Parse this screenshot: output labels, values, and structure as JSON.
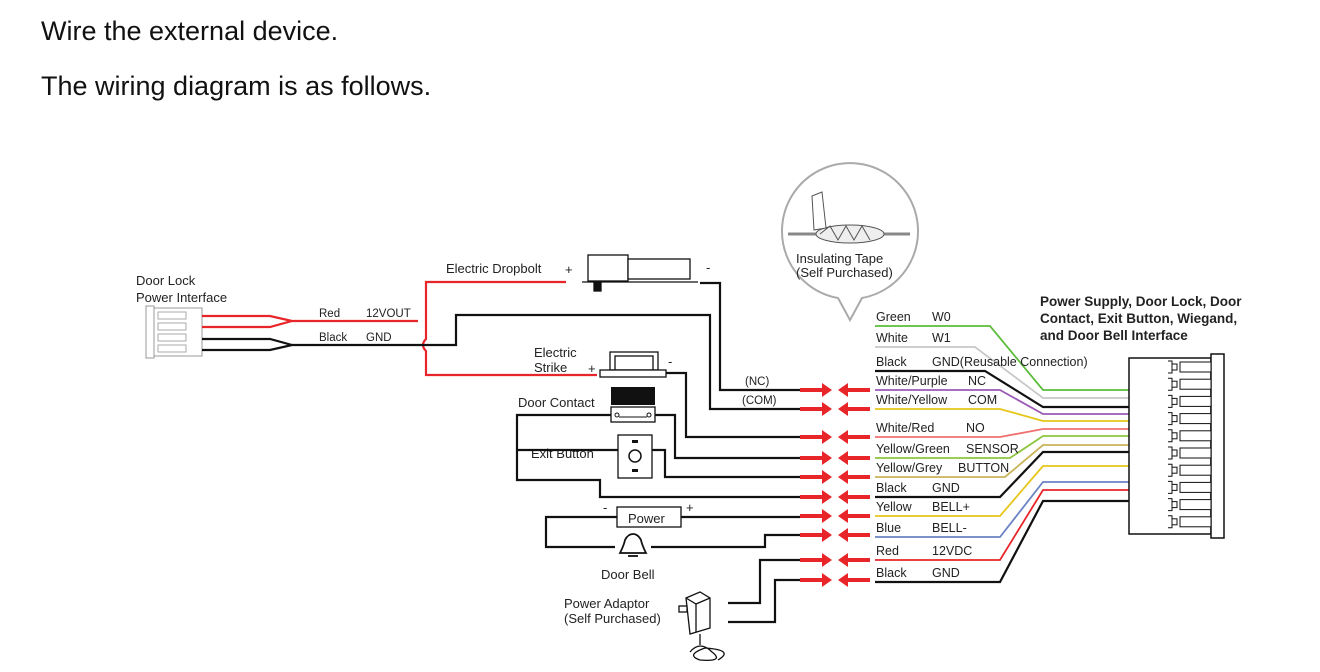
{
  "instructions": {
    "line1": "Wire the external device.",
    "line2": "The wiring diagram is as follows."
  },
  "diagram": {
    "door_lock_interface": {
      "line1": "Door Lock",
      "line2": "Power Interface",
      "red_label": "Red",
      "red_signal": "12VOUT",
      "black_label": "Black",
      "black_signal": "GND"
    },
    "electric_dropbolt": {
      "label": "Electric Dropbolt",
      "plus": "+",
      "minus": "-"
    },
    "electric_strike": {
      "line1": "Electric",
      "line2": "Strike",
      "plus": "+",
      "minus": "-"
    },
    "door_contact": {
      "label": "Door Contact"
    },
    "exit_button": {
      "label": "Exit Button"
    },
    "power": {
      "label": "Power",
      "plus": "+",
      "minus": "-"
    },
    "door_bell": {
      "label": "Door Bell"
    },
    "power_adaptor": {
      "line1": "Power Adaptor",
      "line2": "(Self Purchased)"
    },
    "insulating_tape": {
      "line1": "Insulating Tape",
      "line2": "(Self Purchased)"
    },
    "nc_tag": "(NC)",
    "com_tag": "(COM)",
    "interface_title": {
      "line1": "Power Supply, Door Lock, Door",
      "line2": "Contact, Exit Button, Wiegand,",
      "line3": "and Door Bell Interface"
    },
    "wires": [
      {
        "color_name": "Green",
        "signal": "W0",
        "color": "#5bbd3a"
      },
      {
        "color_name": "White",
        "signal": "W1",
        "color": "#c8c8c8"
      },
      {
        "color_name": "Black",
        "signal": "GND(Reusable Connection)",
        "color": "#111111"
      },
      {
        "color_name": "White/Purple",
        "signal": "NC",
        "color": "#9b59b6"
      },
      {
        "color_name": "White/Yellow",
        "signal": "COM",
        "color": "#e6c619"
      },
      {
        "color_name": "White/Red",
        "signal": "NO",
        "color": "#f07070"
      },
      {
        "color_name": "Yellow/Green",
        "signal": "SENSOR",
        "color": "#8cc63f"
      },
      {
        "color_name": "Yellow/Grey",
        "signal": "BUTTON",
        "color": "#c9b45a"
      },
      {
        "color_name": "Black",
        "signal": "GND",
        "color": "#111111"
      },
      {
        "color_name": "Yellow",
        "signal": "BELL+",
        "color": "#e6c619"
      },
      {
        "color_name": "Blue",
        "signal": "BELL-",
        "color": "#6b82c4"
      },
      {
        "color_name": "Red",
        "signal": "12VDC",
        "color": "#e8262a"
      },
      {
        "color_name": "Black",
        "signal": "GND",
        "color": "#111111"
      }
    ],
    "arrow_color": "#e8262a"
  }
}
